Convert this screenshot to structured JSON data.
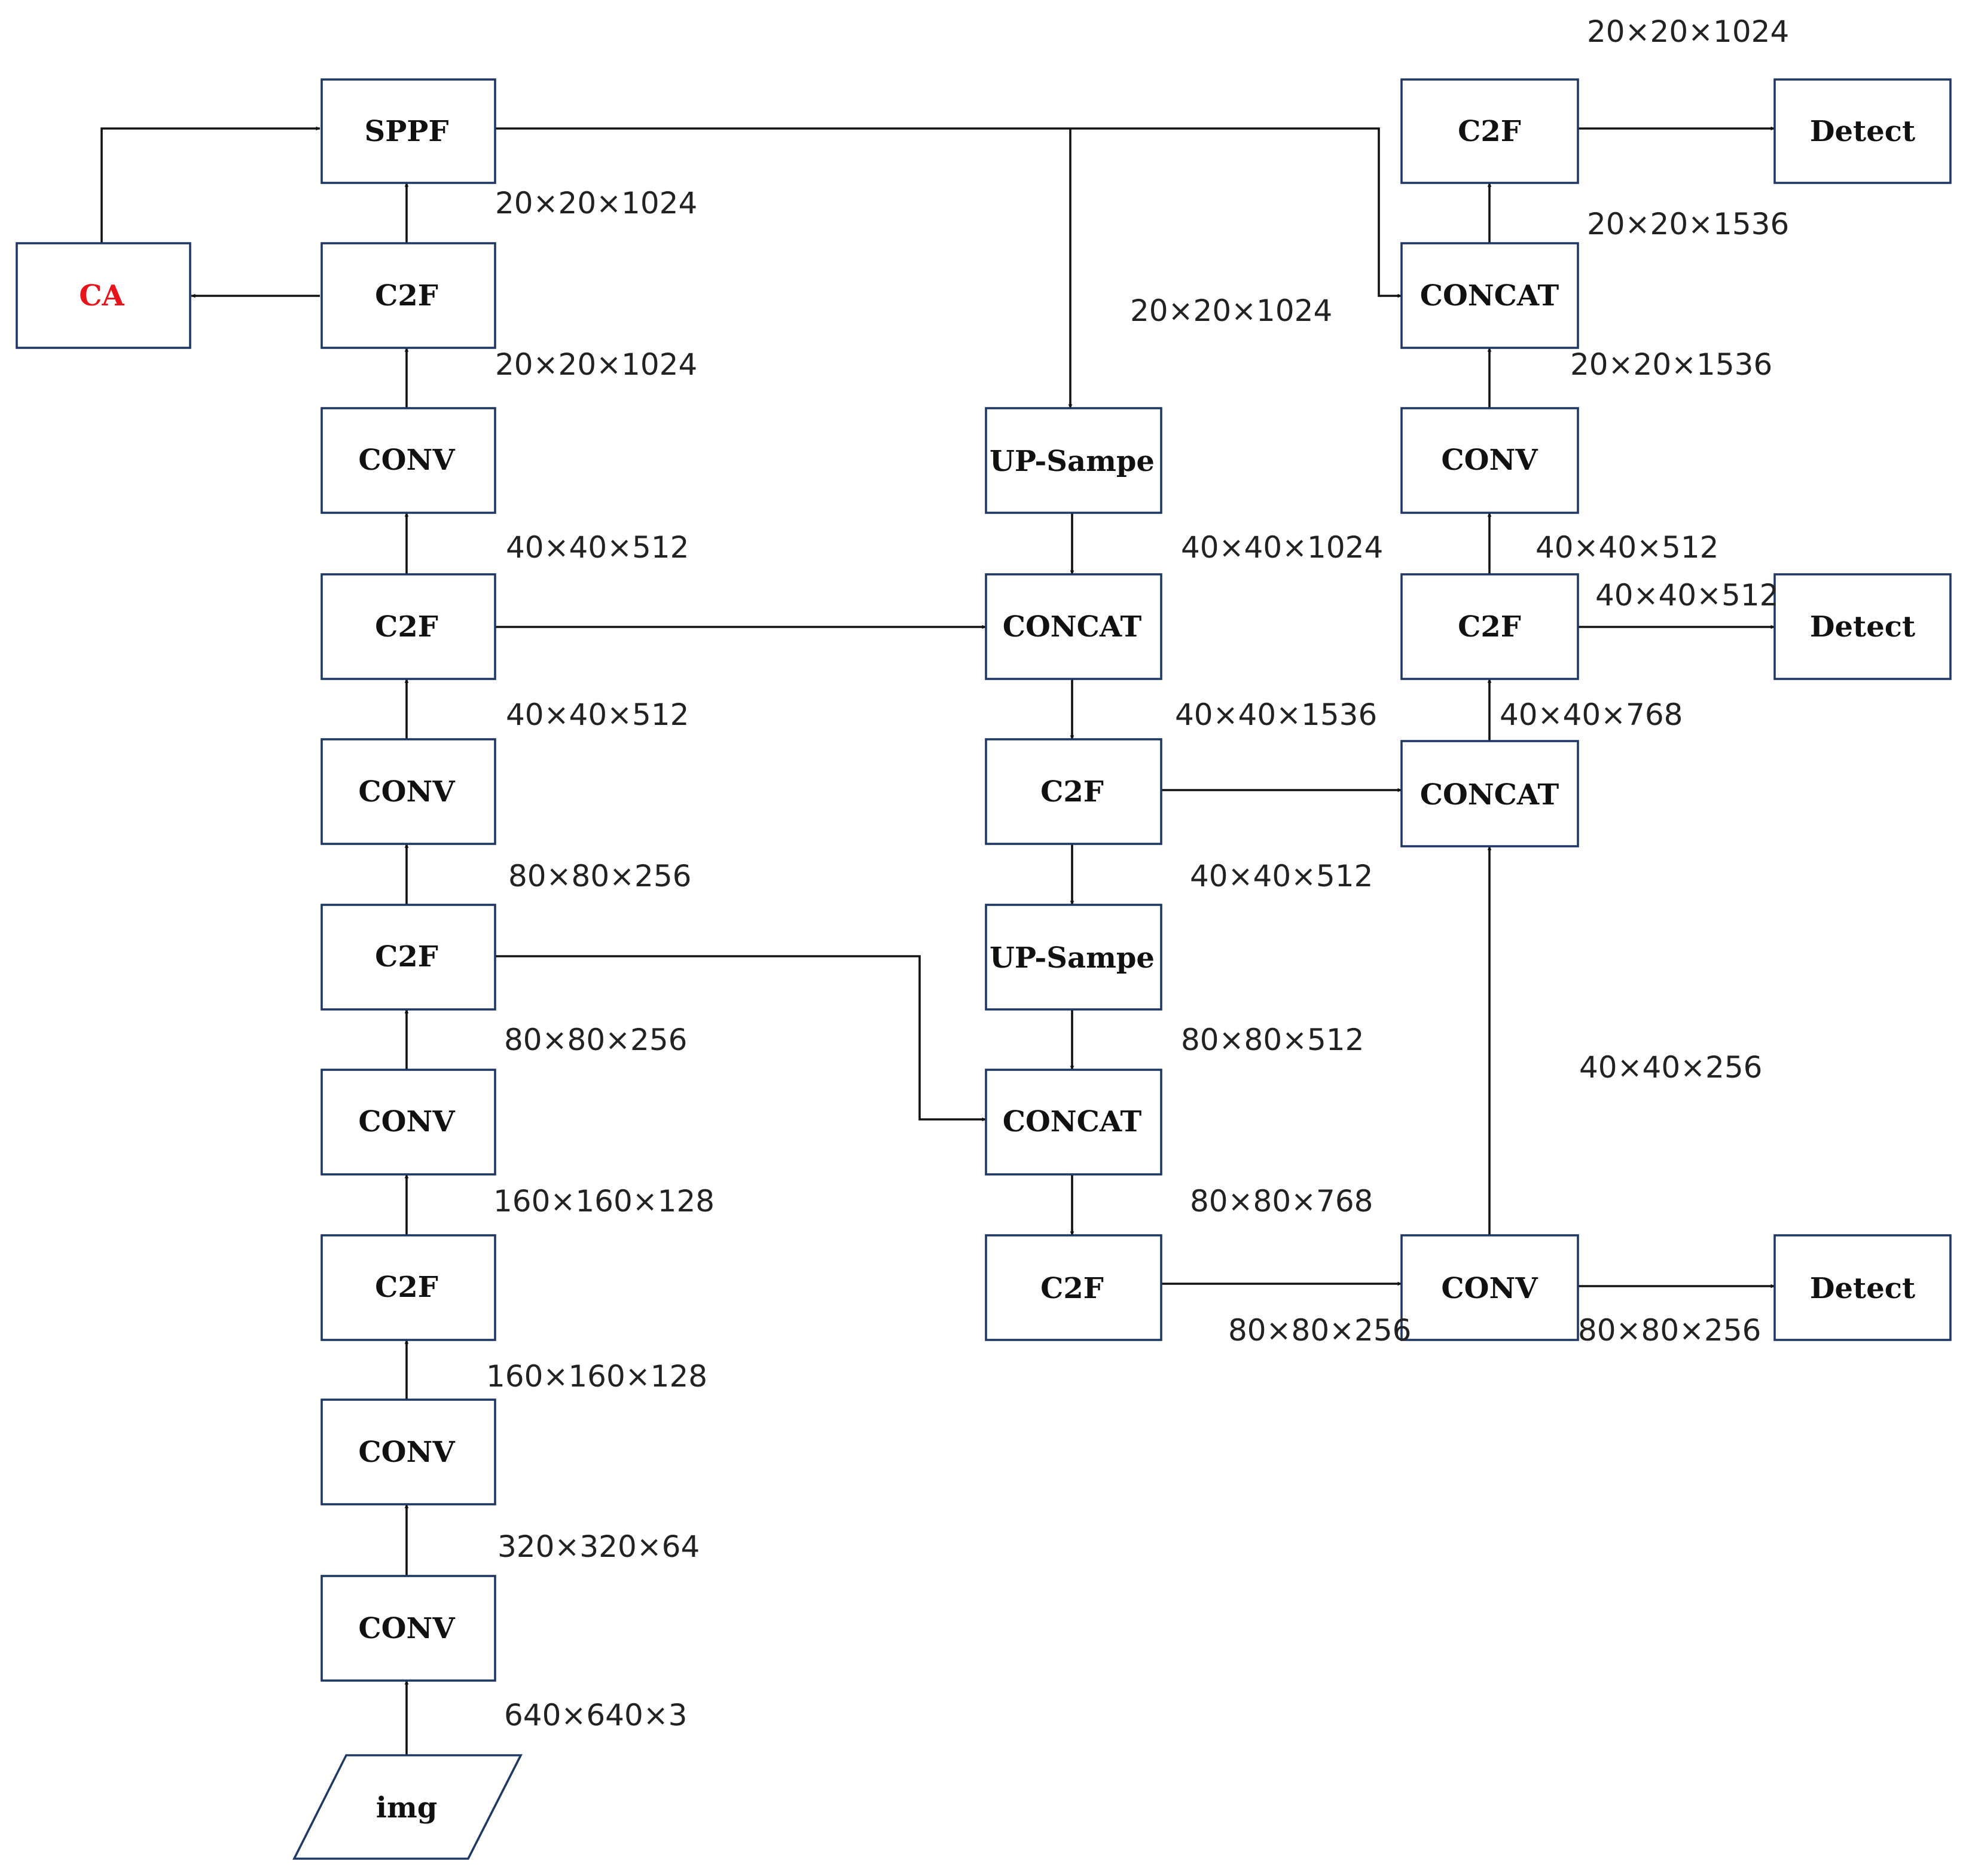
{
  "nodes": {
    "sppf": "SPPF",
    "ca": "CA",
    "bb_c2f_5": "C2F",
    "bb_conv_5": "CONV",
    "bb_c2f_4": "C2F",
    "bb_conv_4": "CONV",
    "bb_c2f_3": "C2F",
    "bb_conv_3": "CONV",
    "bb_c2f_2": "C2F",
    "bb_conv_2": "CONV",
    "bb_conv_1": "CONV",
    "img": "img",
    "up_1": "UP-Sampe",
    "concat_1": "CONCAT",
    "mid_c2f_1": "C2F",
    "up_2": "UP-Sampe",
    "concat_2": "CONCAT",
    "mid_c2f_2": "C2F",
    "r_c2f_top": "C2F",
    "r_concat_top": "CONCAT",
    "r_conv_top": "CONV",
    "r_c2f_mid": "C2F",
    "r_concat_mid": "CONCAT",
    "r_conv_bot": "CONV",
    "detect_1": "Detect",
    "detect_2": "Detect",
    "detect_3": "Detect"
  },
  "shapes": {
    "l1": "20×20×1024",
    "l2": "20×20×1024",
    "l3": "40×40×512",
    "l4": "40×40×512",
    "l5": "80×80×256",
    "l6": "80×80×256",
    "l7": "160×160×128",
    "l8": "160×160×128",
    "l9": "320×320×64",
    "l10": "640×640×3",
    "m1": "20×20×1024",
    "m2": "40×40×1024",
    "m3": "40×40×1536",
    "m4": "40×40×512",
    "m5": "80×80×512",
    "m6": "80×80×768",
    "m7": "80×80×256",
    "r1": "20×20×1024",
    "r2": "20×20×1536",
    "r3": "20×20×1536",
    "r4": "40×40×512",
    "r5": "40×40×512",
    "r6": "40×40×768",
    "r7": "40×40×256",
    "r8": "80×80×256"
  },
  "colors": {
    "box_border": "#1f3864",
    "accent_text": "#e8141b"
  }
}
